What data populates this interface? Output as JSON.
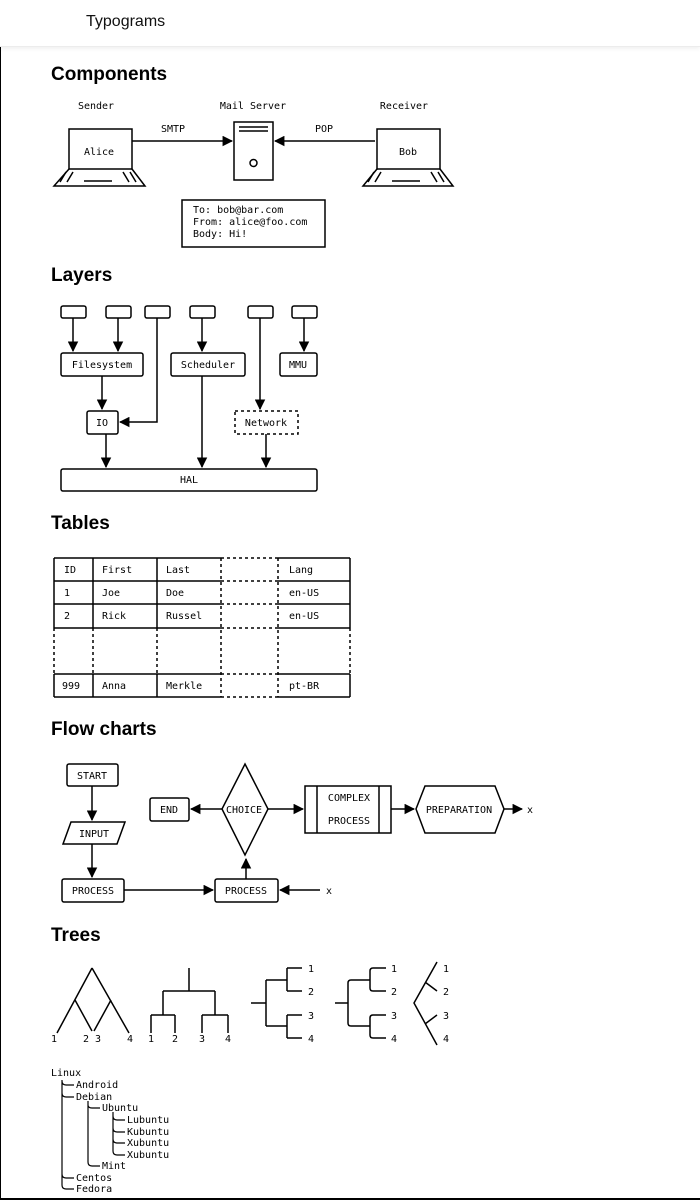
{
  "app": {
    "title": "Typograms"
  },
  "sections": {
    "components": "Components",
    "layers": "Layers",
    "tables": "Tables",
    "flowcharts": "Flow charts",
    "trees": "Trees"
  },
  "components": {
    "sender_label": "Sender",
    "server_label": "Mail Server",
    "receiver_label": "Receiver",
    "smtp": "SMTP",
    "pop": "POP",
    "alice": "Alice",
    "bob": "Bob",
    "mail_lines": [
      "To: bob@bar.com",
      "From: alice@foo.com",
      "Body: Hi!"
    ]
  },
  "layers": {
    "filesystem": "Filesystem",
    "scheduler": "Scheduler",
    "mmu": "MMU",
    "io": "IO",
    "network": "Network",
    "hal": "HAL"
  },
  "table": {
    "headers": [
      "ID",
      "First",
      "Last",
      "Lang"
    ],
    "rows": [
      [
        "1",
        "Joe",
        "Doe",
        "en-US"
      ],
      [
        "2",
        "Rick",
        "Russel",
        "en-US"
      ],
      [
        "999",
        "Anna",
        "Merkle",
        "pt-BR"
      ]
    ]
  },
  "flow": {
    "start": "START",
    "input": "INPUT",
    "process1": "PROCESS",
    "process2": "PROCESS",
    "end": "END",
    "choice": "CHOICE",
    "complex1": "COMPLEX",
    "complex2": "PROCESS",
    "preparation": "PREPARATION",
    "x1": "x",
    "x2": "x"
  },
  "trees": {
    "tree1": [
      "1",
      "2",
      "3",
      "4"
    ],
    "tree2": [
      "1",
      "2",
      "3",
      "4"
    ],
    "tree3": [
      "1",
      "2",
      "3",
      "4"
    ],
    "tree4": [
      "1",
      "2",
      "3",
      "4"
    ],
    "tree5": [
      "1",
      "2",
      "3",
      "4"
    ],
    "linux": {
      "root": "Linux",
      "android": "Android",
      "debian": "Debian",
      "ubuntu": "Ubuntu",
      "lubuntu": "Lubuntu",
      "kubuntu": "Kubuntu",
      "xubuntu1": "Xubuntu",
      "xubuntu2": "Xubuntu",
      "mint": "Mint",
      "centos": "Centos",
      "fedora": "Fedora"
    }
  }
}
